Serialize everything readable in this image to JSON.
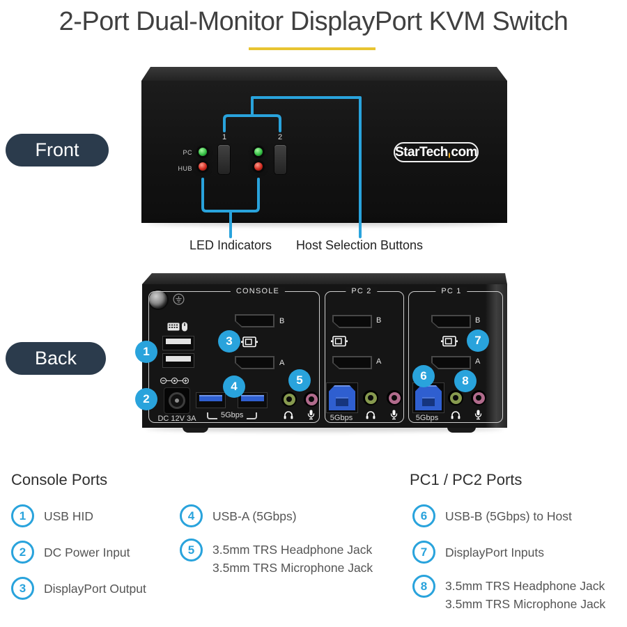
{
  "header": {
    "title": "2-Port Dual-Monitor DisplayPort KVM Switch"
  },
  "front": {
    "pill_label": "Front",
    "numbers": [
      "1",
      "2"
    ],
    "led_labels": {
      "pc": "PC",
      "hub": "HUB"
    },
    "logo": {
      "left": "StarTech",
      "right": "com"
    },
    "captions": {
      "led": "LED Indicators",
      "buttons": "Host Selection Buttons"
    }
  },
  "back": {
    "pill_label": "Back",
    "sections": [
      {
        "name": "CONSOLE"
      },
      {
        "name": "PC 2"
      },
      {
        "name": "PC 1"
      }
    ],
    "labels": {
      "dc": "DC 12V 3A",
      "speed": "5Gbps",
      "port_b": "B",
      "port_a": "A"
    },
    "badges": [
      "1",
      "2",
      "3",
      "4",
      "5",
      "6",
      "7",
      "8"
    ]
  },
  "legend": {
    "console": {
      "heading": "Console Ports",
      "items": [
        {
          "n": "1",
          "line1": "USB HID"
        },
        {
          "n": "2",
          "line1": "DC Power Input"
        },
        {
          "n": "3",
          "line1": "DisplayPort Output"
        },
        {
          "n": "4",
          "line1": "USB-A (5Gbps)"
        },
        {
          "n": "5",
          "line1": "3.5mm TRS Headphone Jack",
          "line2": "3.5mm TRS Microphone Jack"
        }
      ]
    },
    "pc": {
      "heading": "PC1 / PC2 Ports",
      "items": [
        {
          "n": "6",
          "line1": "USB-B (5Gbps) to Host"
        },
        {
          "n": "7",
          "line1": "DisplayPort Inputs"
        },
        {
          "n": "8",
          "line1": "3.5mm TRS Headphone Jack",
          "line2": "3.5mm TRS Microphone Jack"
        }
      ]
    }
  },
  "colors": {
    "accent_cyan": "#29a3dc",
    "underline_yellow": "#e8c431",
    "pill_navy": "#2b3b4c",
    "logo_dot_yellow": "#f0ac1e",
    "led_green": "#35c045",
    "led_red": "#d22b20",
    "jack_green": "#879a4f",
    "jack_pink": "#b16b8c",
    "usb_blue": "#2f5fd0"
  }
}
